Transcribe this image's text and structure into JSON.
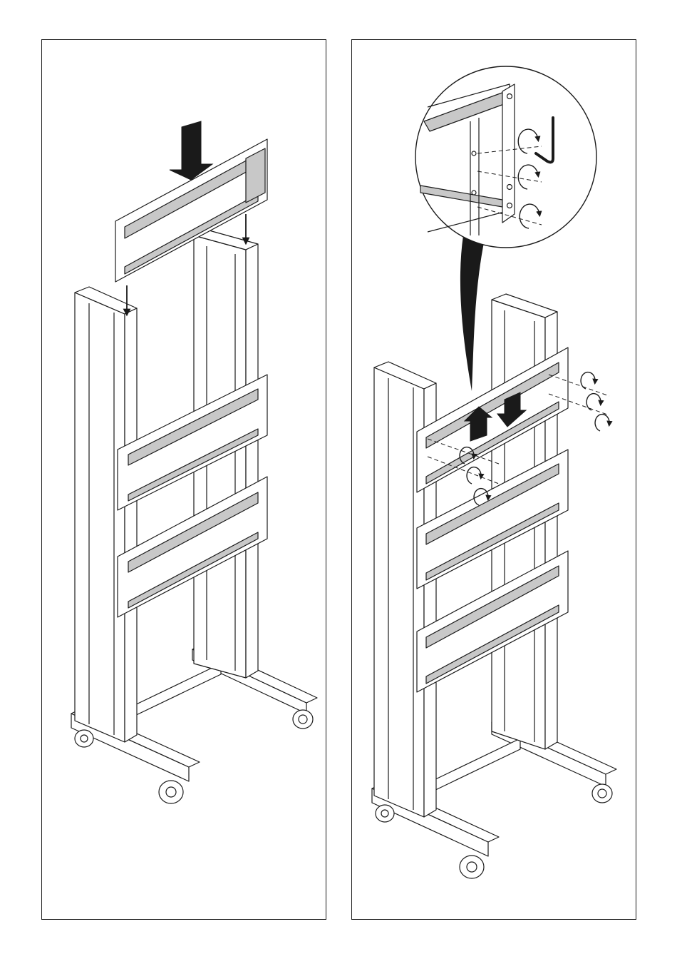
{
  "figure": {
    "panels": [
      {
        "step": "mount-top-frame",
        "arrows": [
          "down-arrow",
          "down-arrow",
          "down-arrow"
        ]
      },
      {
        "step": "tighten-screws",
        "tool": "allen-key-icon",
        "arrows": [
          "up-arrow",
          "down-arrow"
        ],
        "rotation_icons": 9
      }
    ],
    "colors": {
      "line": "#1a1a1a",
      "fill": "#ffffff",
      "shade": "#c8c8c8",
      "dark": "#1a1a1a"
    }
  }
}
